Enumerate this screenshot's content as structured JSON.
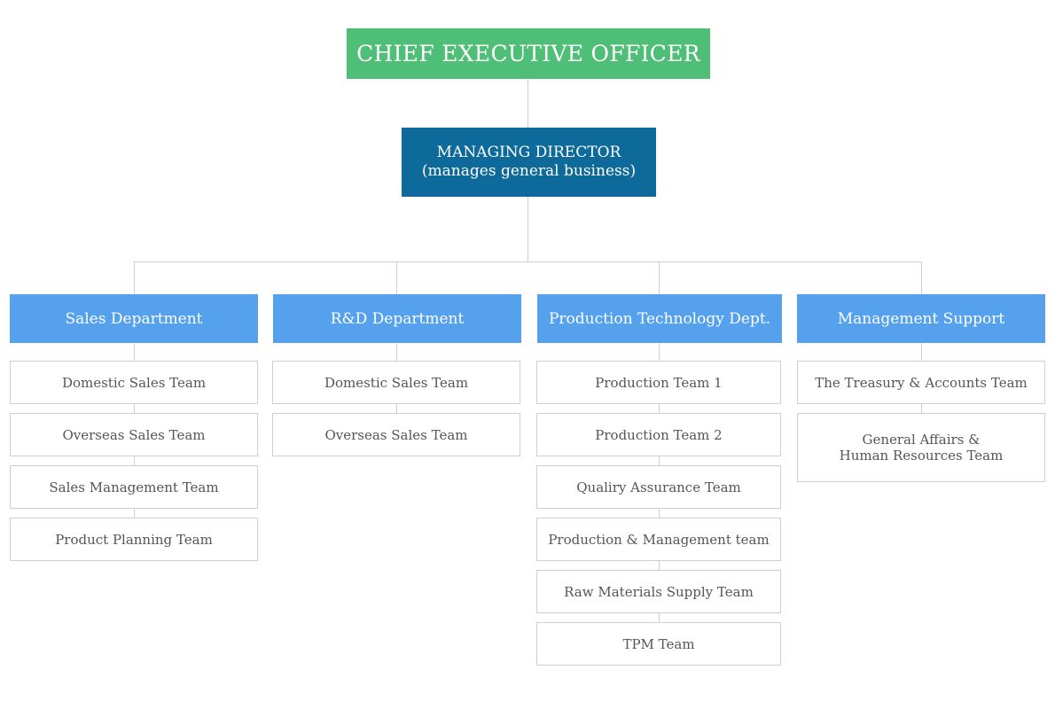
{
  "ceo": {
    "label": "CHIEF EXECUTIVE OFFICER"
  },
  "managing_director": {
    "line1": "MANAGING DIRECTOR",
    "line2": "(manages general business)"
  },
  "departments": [
    {
      "label": "Sales Department",
      "teams": [
        {
          "label": "Domestic Sales Team"
        },
        {
          "label": "Overseas Sales Team"
        },
        {
          "label": "Sales Management Team"
        },
        {
          "label": "Product Planning Team"
        }
      ]
    },
    {
      "label": "R&D Department",
      "teams": [
        {
          "label": "Domestic Sales Team"
        },
        {
          "label": "Overseas Sales Team"
        }
      ]
    },
    {
      "label": "Production Technology Dept.",
      "teams": [
        {
          "label": "Production Team 1"
        },
        {
          "label": "Production Team 2"
        },
        {
          "label": "Qualiry Assurance Team"
        },
        {
          "label": "Production & Management team"
        },
        {
          "label": "Raw Materials Supply Team"
        },
        {
          "label": "TPM Team"
        }
      ]
    },
    {
      "label": "Management Support",
      "teams": [
        {
          "label": "The Treasury & Accounts Team"
        },
        {
          "line1": "General Affairs &",
          "line2": "Human Resources Team"
        }
      ]
    }
  ],
  "colors": {
    "ceo": "#4fbe77",
    "managing_director": "#0e6a9b",
    "department": "#55a1ee",
    "connector": "#cfcfcf"
  }
}
